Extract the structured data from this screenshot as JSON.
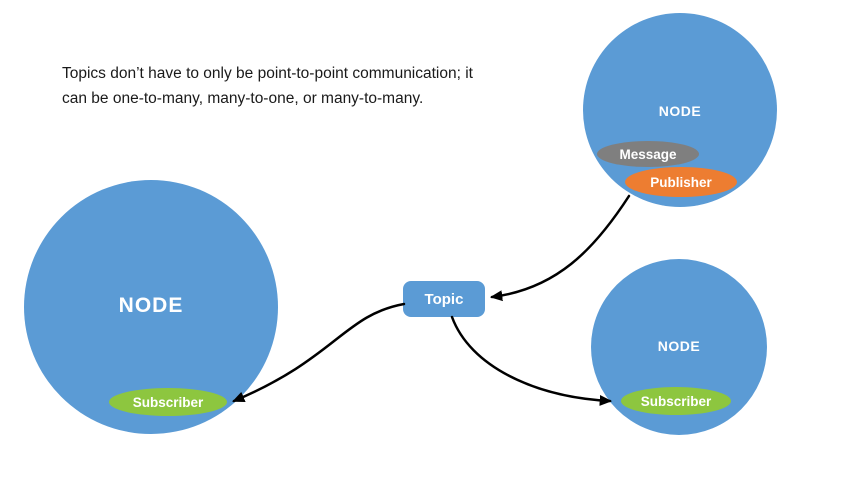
{
  "caption": {
    "line1": "Topics don’t have to only be point-to-point communication; it",
    "line2": "can be one-to-many, many-to-one, or many-to-many."
  },
  "topic_box": {
    "label": "Topic"
  },
  "nodes": {
    "left": {
      "label": "NODE",
      "subscriber": "Subscriber"
    },
    "top_right": {
      "label": "NODE",
      "message": "Message",
      "publisher": "Publisher"
    },
    "bottom_right": {
      "label": "NODE",
      "subscriber": "Subscriber"
    }
  },
  "colors": {
    "node_blue": "#5B9BD5",
    "green": "#8DC63F",
    "orange": "#ED7D31",
    "gray": "#7F7F7F",
    "arrow": "#000000",
    "text": "#1A1A1A"
  }
}
